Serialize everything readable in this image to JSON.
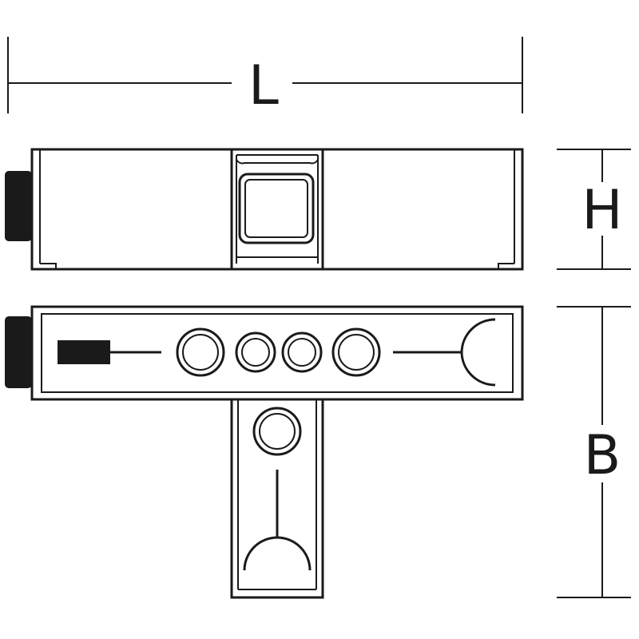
{
  "dimensions": {
    "length_label": "L",
    "height_label": "H",
    "width_label": "B"
  },
  "colors": {
    "line": "#1a1a1a",
    "background": "#ffffff",
    "end_cap": "#1a1a1a"
  },
  "views": {
    "side_view": "side-elevation",
    "top_view": "plan-view"
  }
}
